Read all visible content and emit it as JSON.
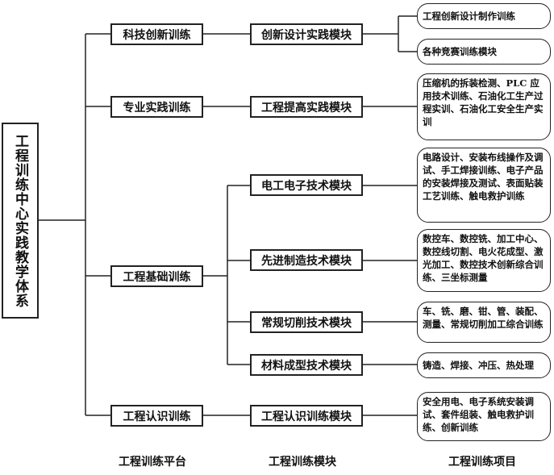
{
  "root": "工程训练中心实践教学体系",
  "platforms": [
    {
      "label": "科技创新训练"
    },
    {
      "label": "专业实践训练"
    },
    {
      "label": "工程基础训练"
    },
    {
      "label": "工程认识训练"
    }
  ],
  "modules": [
    {
      "label": "创新设计实践模块"
    },
    {
      "label": "工程提高实践模块"
    },
    {
      "label": "电工电子技术模块"
    },
    {
      "label": "先进制造技术模块"
    },
    {
      "label": "常规切削技术模块"
    },
    {
      "label": "材料成型技术模块"
    },
    {
      "label": "工程认识训练模块"
    }
  ],
  "projects": [
    {
      "text": "工程创新设计制作训练"
    },
    {
      "text": "各种竞赛训练模块"
    },
    {
      "text": "压缩机的拆装检测、PLC 应用技术训练、石油化工生产过程实训、石油化工安全生产实训"
    },
    {
      "text": "电路设计、安装布线操作及调试、手工焊接训练、电子产品的安装焊接及测试、表面贴装工艺训练、触电救护训练"
    },
    {
      "text": "数控车、数控铣、加工中心、数控线切割、电火花成型、激光加工、数控技术创新综合训练、三坐标测量"
    },
    {
      "text": "车、铣、磨、钳、管、装配、测量、常规切削加工综合训练"
    },
    {
      "text": "铸造、焊接、冲压、热处理"
    },
    {
      "text": "安全用电、电子系统安装调试、套件组装、触电救护训练、创新训练"
    }
  ],
  "footer": {
    "platform": "工程训练平台",
    "module": "工程训练模块",
    "project": "工程训练项目"
  }
}
